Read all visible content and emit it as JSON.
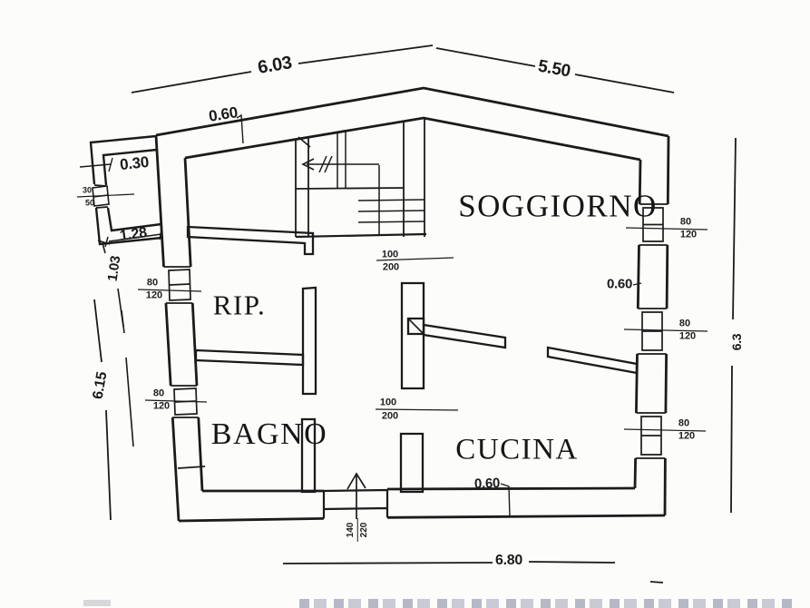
{
  "colors": {
    "ink": "#1b1b1b",
    "paper": "#fcfcfa",
    "watermark": "#7d809b"
  },
  "rooms": {
    "soggiorno": "SOGGIORNO",
    "rip": "RIP.",
    "bagno": "BAGNO",
    "cucina": "CUCINA"
  },
  "dimensions": {
    "top_left_width": "6.03",
    "top_right_width": "5.50",
    "top_wall_thickness": "0.60",
    "annex_wall": "0.30",
    "annex_inner_width": "1.28",
    "left_upper_height": "1.03",
    "left_lower_height": "6.15",
    "right_height": "6.3",
    "right_wall_thickness": "0.60",
    "bottom_wall_thickness": "0.60",
    "bottom_width": "6.80"
  },
  "openings": {
    "small_window": {
      "width": "30",
      "height": "50"
    },
    "window": {
      "width": "80",
      "height": "120"
    },
    "interior_door": {
      "width": "100",
      "height": "200"
    },
    "entrance_door": {
      "width": "140",
      "height": "220"
    }
  }
}
